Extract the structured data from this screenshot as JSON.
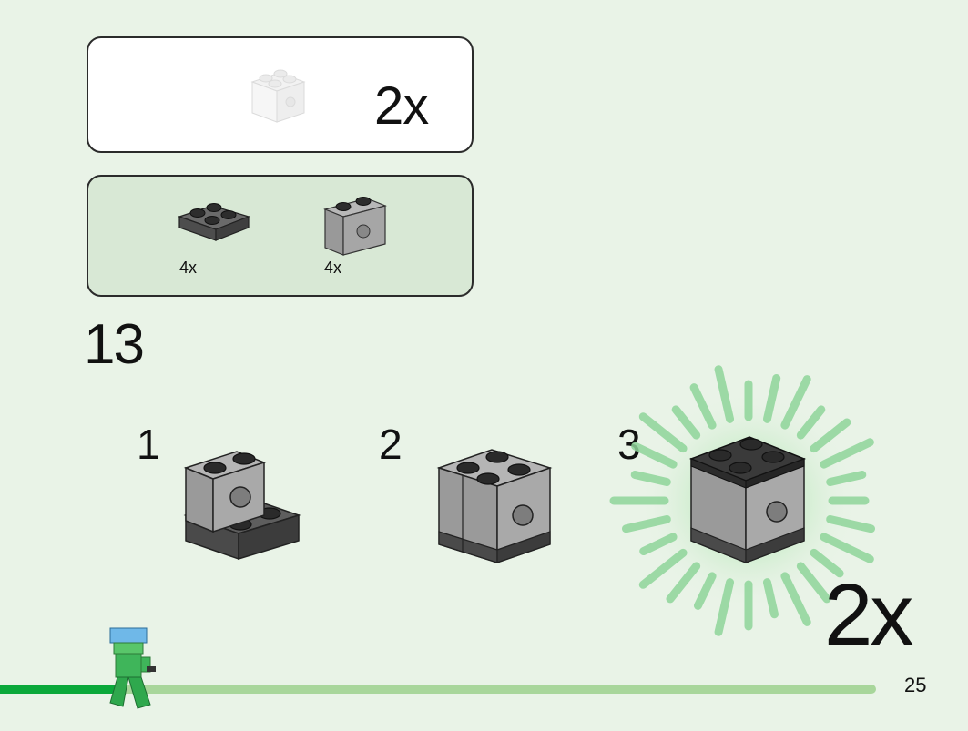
{
  "result": {
    "multiplier": "2x"
  },
  "parts": [
    {
      "qty": "4x",
      "icon": "plate-2x2-dark-icon"
    },
    {
      "qty": "4x",
      "icon": "technic-brick-1x2-light-icon"
    }
  ],
  "step": {
    "number": "13"
  },
  "substeps": [
    {
      "number": "1"
    },
    {
      "number": "2"
    },
    {
      "number": "3"
    }
  ],
  "final": {
    "multiplier": "2x"
  },
  "page": {
    "number": "25"
  },
  "colors": {
    "background": "#e9f3e7",
    "parts_box": "#d8e8d5",
    "progress_done": "#0aa83a",
    "progress_todo": "#a8d69b",
    "brick_light": "#a6a6a6",
    "brick_dark": "#555555",
    "glow": "#8fd59a"
  }
}
